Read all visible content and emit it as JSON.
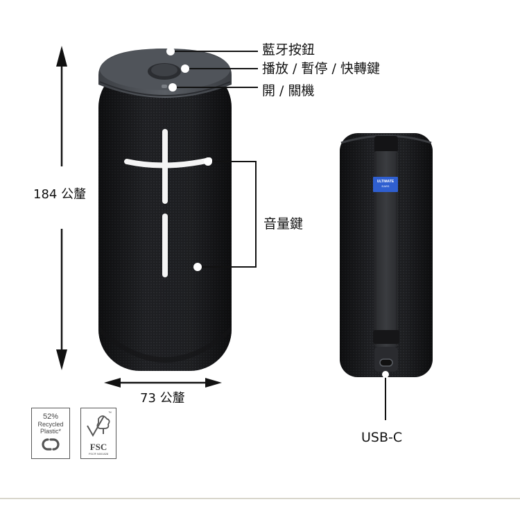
{
  "labels": {
    "bluetooth_button": "藍牙按鈕",
    "play_pause_skip": "播放 / 暫停 / 快轉鍵",
    "power": "開 / 關機",
    "volume_keys": "音量鍵",
    "usb_c": "USB-C"
  },
  "dimensions": {
    "height": "184 公釐",
    "diameter": "73 公釐"
  },
  "back_tag": {
    "line1": "ULTIMATE",
    "line2": "EARS"
  },
  "recycled_badge": {
    "percent": "52%",
    "line1": "Recycled",
    "line2": "Plastic*"
  },
  "fsc_badge": {
    "text": "FSC",
    "code": "FSC® N001828",
    "tm": "™"
  },
  "colors": {
    "speaker_body": "#1c1c1e",
    "speaker_top": "#4a4d52",
    "accent_tag": "#2f5fd0",
    "callout_line": "#111111"
  }
}
